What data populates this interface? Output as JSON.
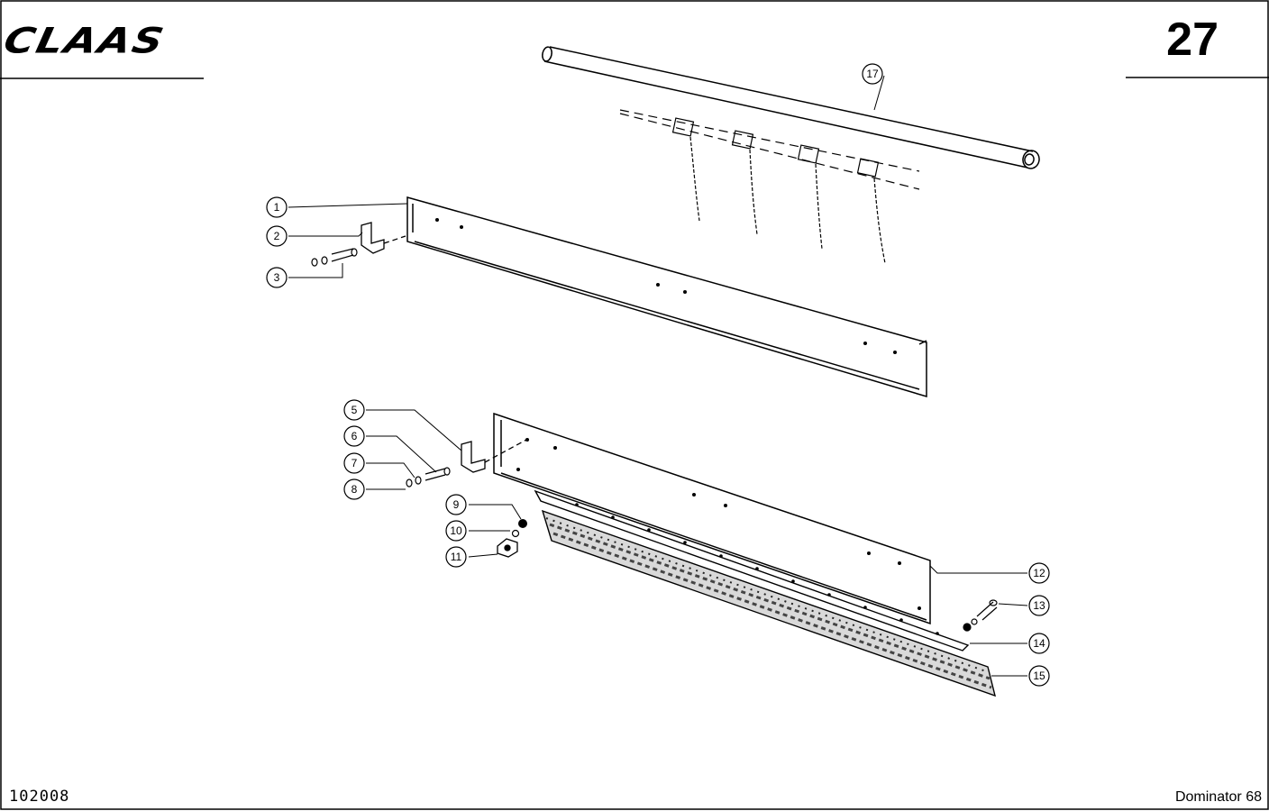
{
  "header": {
    "brand": "CLAAS",
    "page_number": "27"
  },
  "footer": {
    "document_number": "102008",
    "model": "Dominator 68"
  },
  "callouts": [
    "1",
    "2",
    "3",
    "5",
    "6",
    "7",
    "8",
    "9",
    "10",
    "11",
    "12",
    "13",
    "14",
    "15",
    "17"
  ]
}
